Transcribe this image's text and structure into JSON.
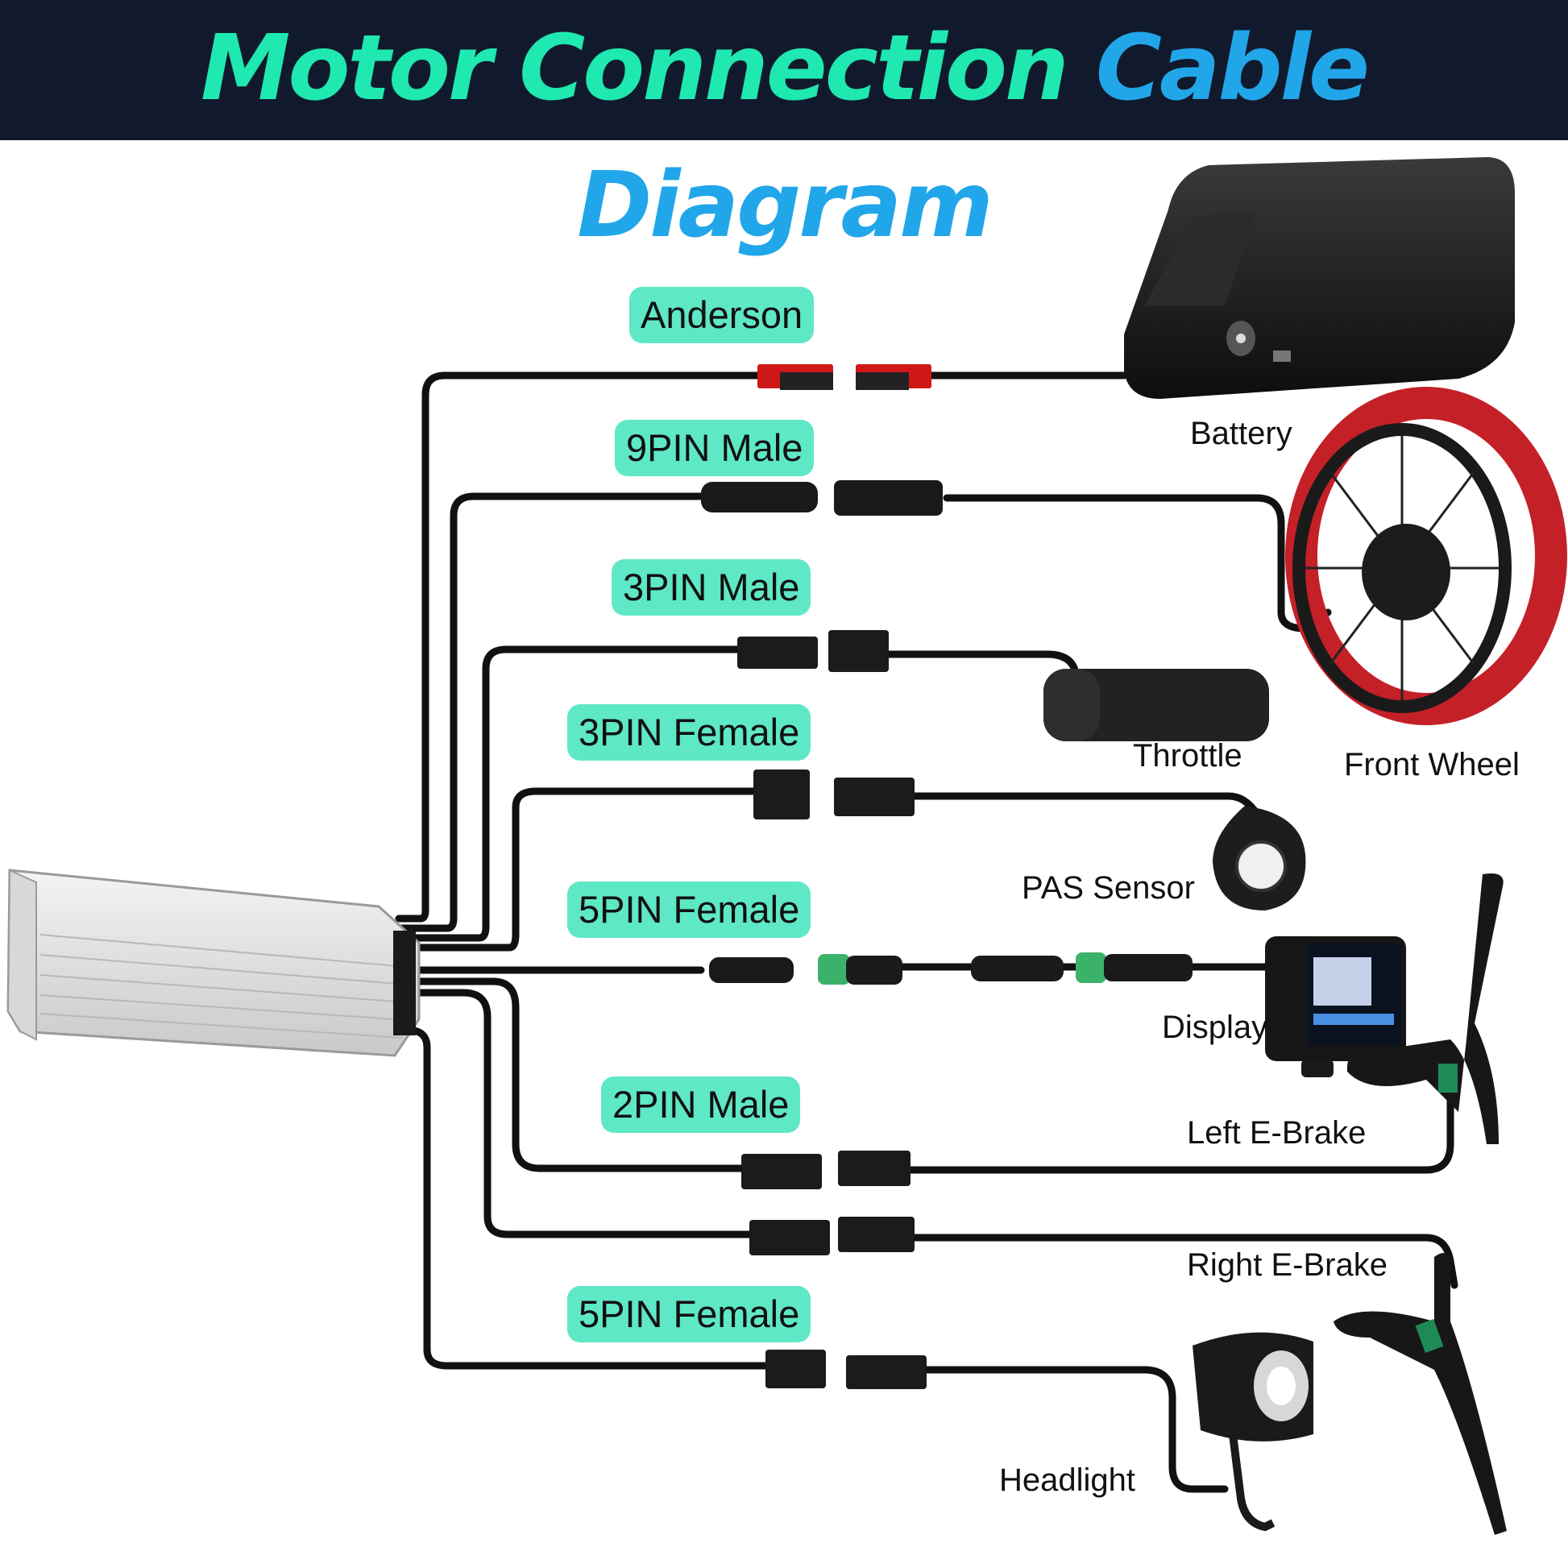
{
  "title": {
    "part1": "Motor Connection",
    "part2": "Cable Diagram"
  },
  "colors": {
    "header_bg": "#111a2c",
    "title_green": "#1fe8b0",
    "title_blue": "#21a6ea",
    "tag_bg": "#5ee8c6",
    "cable": "#111111"
  },
  "connectors": [
    {
      "label": "Anderson"
    },
    {
      "label": "9PIN Male"
    },
    {
      "label": "3PIN Male"
    },
    {
      "label": "3PIN Female"
    },
    {
      "label": "5PIN Female"
    },
    {
      "label": "2PIN Male"
    },
    {
      "label": "5PIN Female"
    }
  ],
  "components": [
    {
      "label": "Battery"
    },
    {
      "label": "Front Wheel"
    },
    {
      "label": "Throttle"
    },
    {
      "label": "PAS Sensor"
    },
    {
      "label": "Display"
    },
    {
      "label": "Left E-Brake"
    },
    {
      "label": "Right E-Brake"
    },
    {
      "label": "Headlight"
    }
  ]
}
